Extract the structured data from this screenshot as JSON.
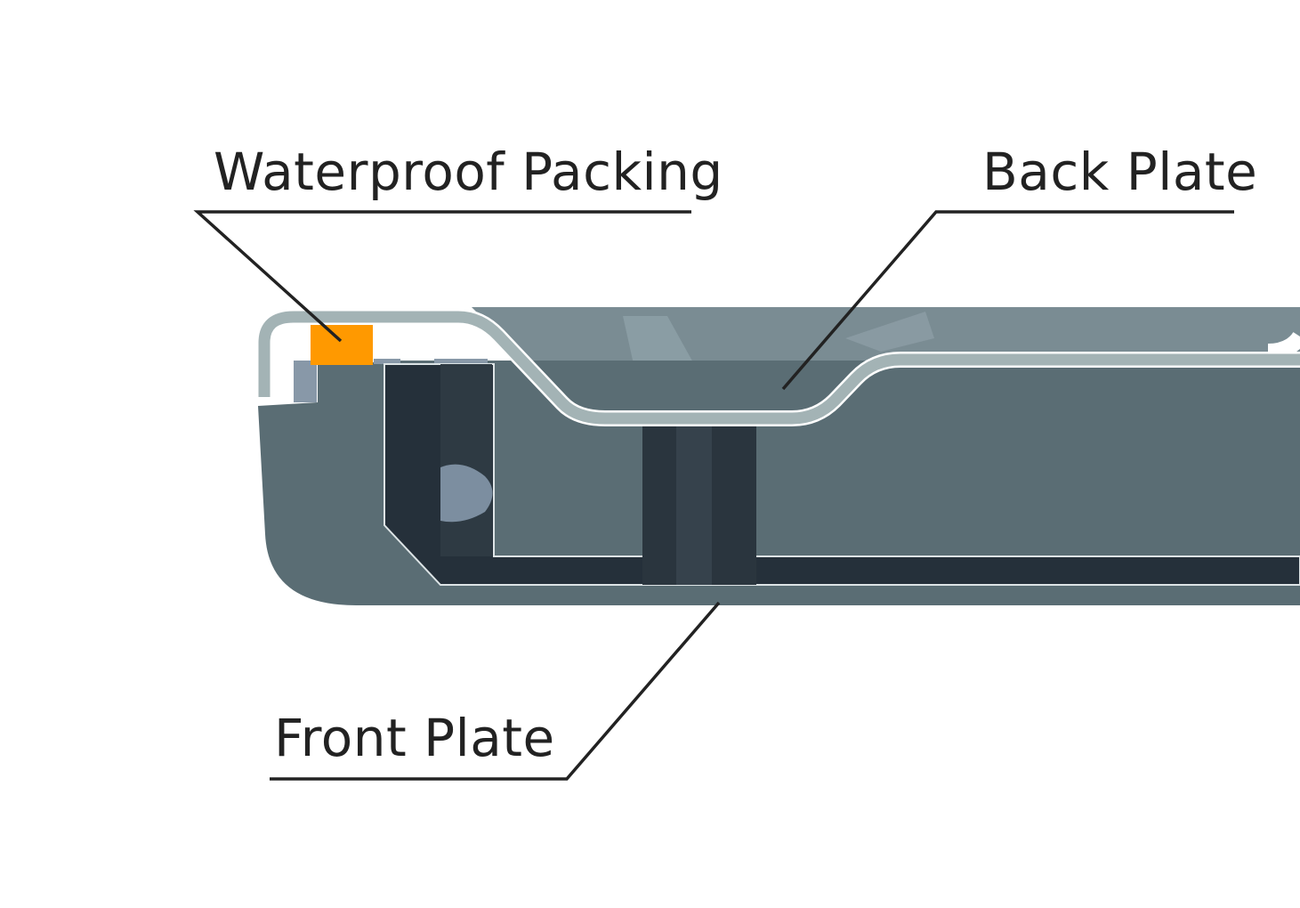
{
  "labels": {
    "waterproof_packing": "Waterproof Packing",
    "back_plate": "Back Plate",
    "front_plate": "Front Plate"
  },
  "colors": {
    "packing": "#FF9900",
    "front_plate": "#5A6D74",
    "back_plate": "#A3B3B5",
    "cavity": "#25303A",
    "leader": "#222222"
  }
}
